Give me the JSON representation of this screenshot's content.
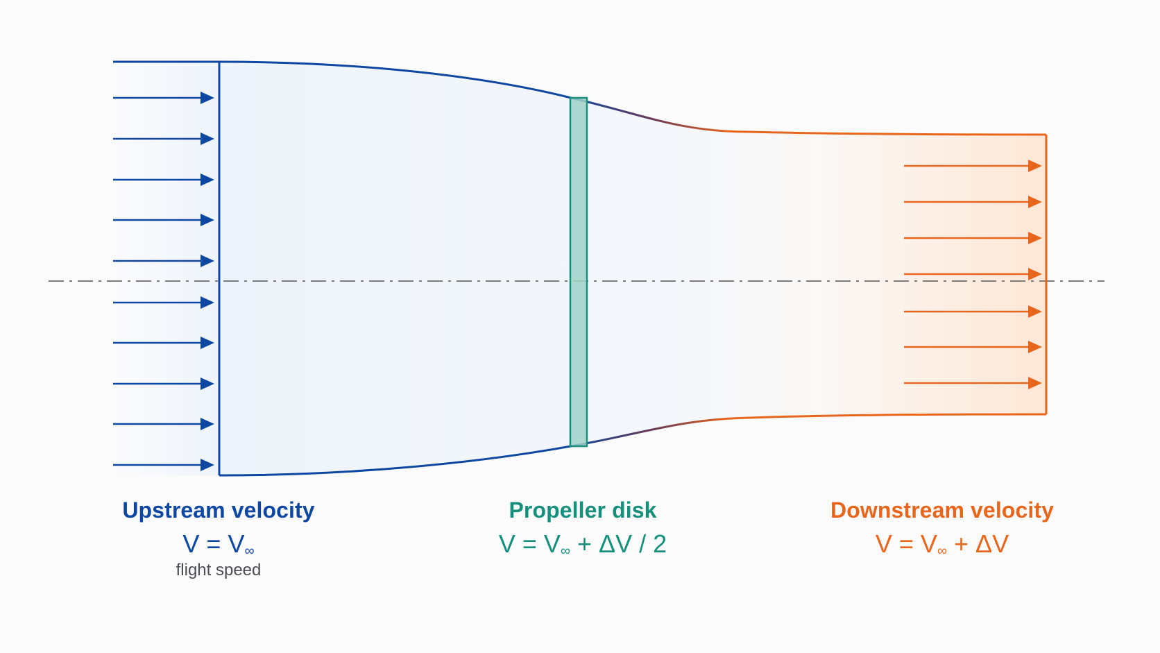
{
  "colors": {
    "upstream": "#0d47a1",
    "disk": "#16907c",
    "disk_fill": "#9fd2c7",
    "downstream": "#e8661b",
    "centerline": "#6b6b6b",
    "background": "#fbfbfc"
  },
  "upstream": {
    "title": "Upstream velocity",
    "formula_main": "V = V",
    "formula_sub": "∞",
    "formula_tail": "",
    "note": "flight speed"
  },
  "disk": {
    "title": "Propeller disk",
    "formula_main": "V = V",
    "formula_sub": "∞",
    "formula_tail": " + ΔV / 2"
  },
  "downstream": {
    "title": "Downstream velocity",
    "formula_main": "V = V",
    "formula_sub": "∞",
    "formula_tail": " + ΔV"
  },
  "icons": {
    "upstream_arrow": "arrow-right-icon",
    "downstream_arrow": "arrow-right-icon"
  }
}
